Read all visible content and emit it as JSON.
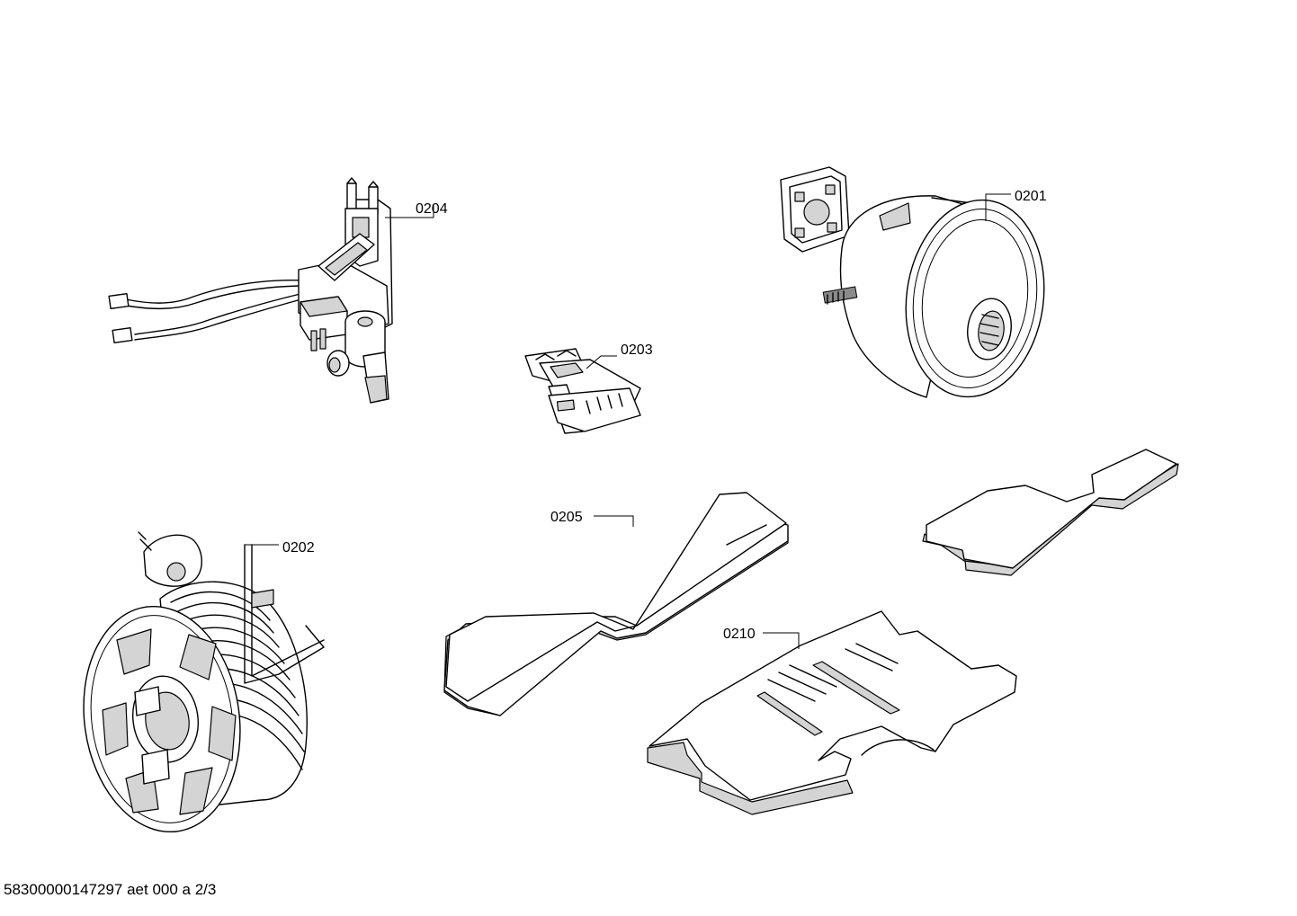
{
  "parts": [
    {
      "id": "motor",
      "label": "0201"
    },
    {
      "id": "cable-reel",
      "label": "0202"
    },
    {
      "id": "connector-clip",
      "label": "0203"
    },
    {
      "id": "switch-assembly",
      "label": "0204"
    },
    {
      "id": "foam-pad-long",
      "label": "0205"
    },
    {
      "id": "foam-pad-wide",
      "label": "0210"
    }
  ],
  "footer": {
    "text": "58300000147297 aet 000 a 2/3"
  }
}
